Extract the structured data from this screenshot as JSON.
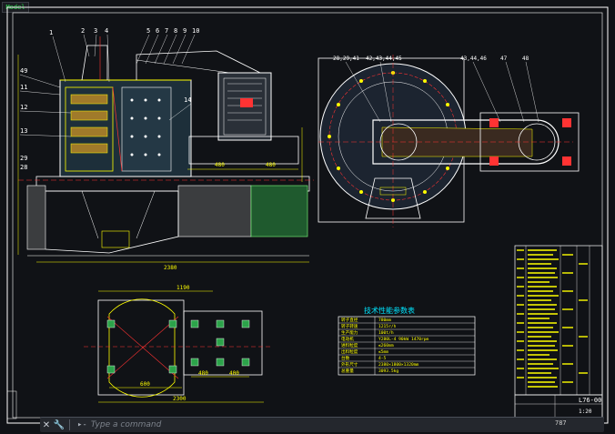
{
  "tab": {
    "label": "Model"
  },
  "drawing": {
    "callouts_top": [
      "1",
      "2",
      "3",
      "4",
      "5",
      "6",
      "7",
      "8",
      "9",
      "10"
    ],
    "callouts_left": [
      "49",
      "11",
      "12",
      "13",
      "29",
      "28"
    ],
    "callout_14": "14",
    "callouts_right_top": [
      "28,29,41",
      "42,43,44,45",
      "43,44,46",
      "47",
      "48"
    ],
    "dim_total": "2380",
    "dim_480a": "480",
    "dim_480b": "480",
    "dim_plan_top": "1190",
    "dim_plan_mid": "600",
    "dim_plan_bottom": "2300",
    "dim_plan_480": "480",
    "dim_plan_400": "400",
    "param_title": "技术性能参数表",
    "params": [
      {
        "k": "转子直径",
        "v": "780mm"
      },
      {
        "k": "转子转速",
        "v": "1215r/h"
      },
      {
        "k": "生产能力",
        "v": "100t/h"
      },
      {
        "k": "电动机",
        "v": "Y280L-4 90kW 1470rpm"
      },
      {
        "k": "进料粒度",
        "v": "≤260mm"
      },
      {
        "k": "出料粒度",
        "v": "≤5mm"
      },
      {
        "k": "台数",
        "v": "4-5"
      },
      {
        "k": "外形尺寸",
        "v": "2380×1800×1320mm"
      },
      {
        "k": "总重量",
        "v": "3093.5kg"
      }
    ],
    "title_block_code": "L76-00",
    "title_block_scale": "1:20"
  },
  "command": {
    "placeholder": "Type a command",
    "prompt": "▸-"
  },
  "viewport": {
    "label": "787"
  },
  "colors": {
    "background": "#101216",
    "outline": "#ffffff",
    "dimension": "#ffff00",
    "center": "#ff3333",
    "hatch": "#7fff7f",
    "accent": "#00e5ff"
  }
}
